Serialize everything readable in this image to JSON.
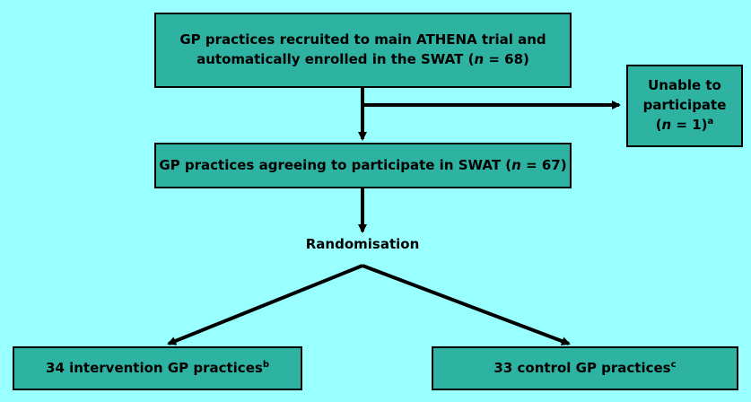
{
  "boxes": {
    "recruited": {
      "line1": "GP practices recruited to main ATHENA trial and",
      "line2_pre": "automatically enrolled in the SWAT (",
      "line2_n": "n",
      "line2_post": " = 68)"
    },
    "unable": {
      "line1": "Unable to",
      "line2": "participate",
      "line3_pre": "(",
      "line3_n": "n",
      "line3_post": " = 1)",
      "line3_sup": "a"
    },
    "agreeing": {
      "text_pre": "GP practices agreeing to participate in SWAT (",
      "text_n": "n",
      "text_post": " = 67)"
    },
    "intervention": {
      "text": "34 intervention GP practices",
      "sup": "b"
    },
    "control": {
      "text": "33 control GP practices",
      "sup": "c"
    }
  },
  "randomisation_label": "Randomisation",
  "colors": {
    "background": "#99ffff",
    "box_fill": "#2eb2a2",
    "line": "#000000"
  }
}
